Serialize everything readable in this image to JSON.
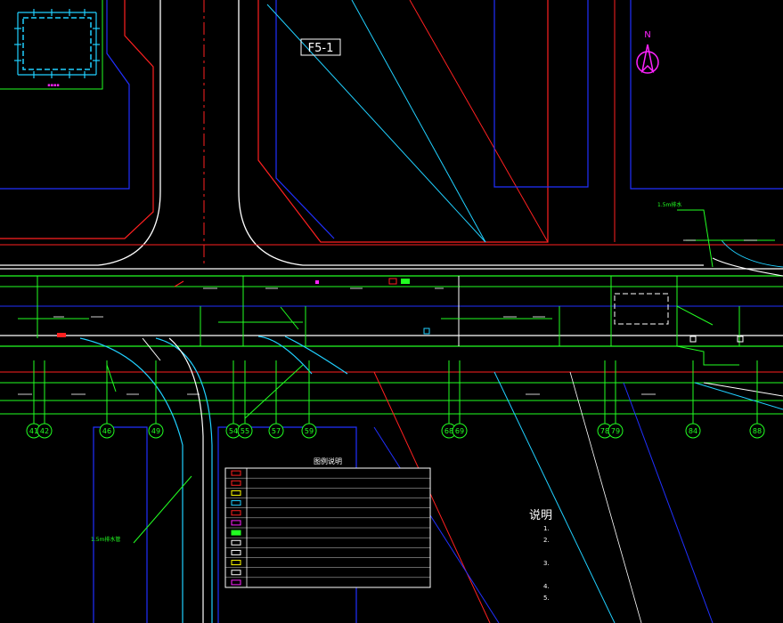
{
  "drawing": {
    "sheet_label": "F5-1",
    "north_label": "N",
    "colors": {
      "background": "#000000",
      "road_edge": "#ffffff",
      "boundary_red": "#ff2020",
      "boundary_blue": "#2030ff",
      "pipe_green": "#22ff22",
      "cyan": "#20d0ff",
      "magenta": "#ff22ff",
      "yellow": "#ffff00"
    }
  },
  "axis_markers": [
    "41",
    "42",
    "46",
    "49",
    "54",
    "55",
    "57",
    "59",
    "68",
    "69",
    "78",
    "79",
    "84",
    "88"
  ],
  "legend": {
    "title": "图例说明",
    "rows": [
      "",
      "",
      "",
      "",
      "",
      "",
      "",
      "",
      "",
      "",
      "",
      ""
    ]
  },
  "notes": {
    "heading": "说明",
    "items": [
      "1.",
      "2.",
      "",
      "3.",
      "",
      "4.",
      "5."
    ]
  },
  "annotations": [
    "1.5m排水",
    "1.5m排水管"
  ]
}
